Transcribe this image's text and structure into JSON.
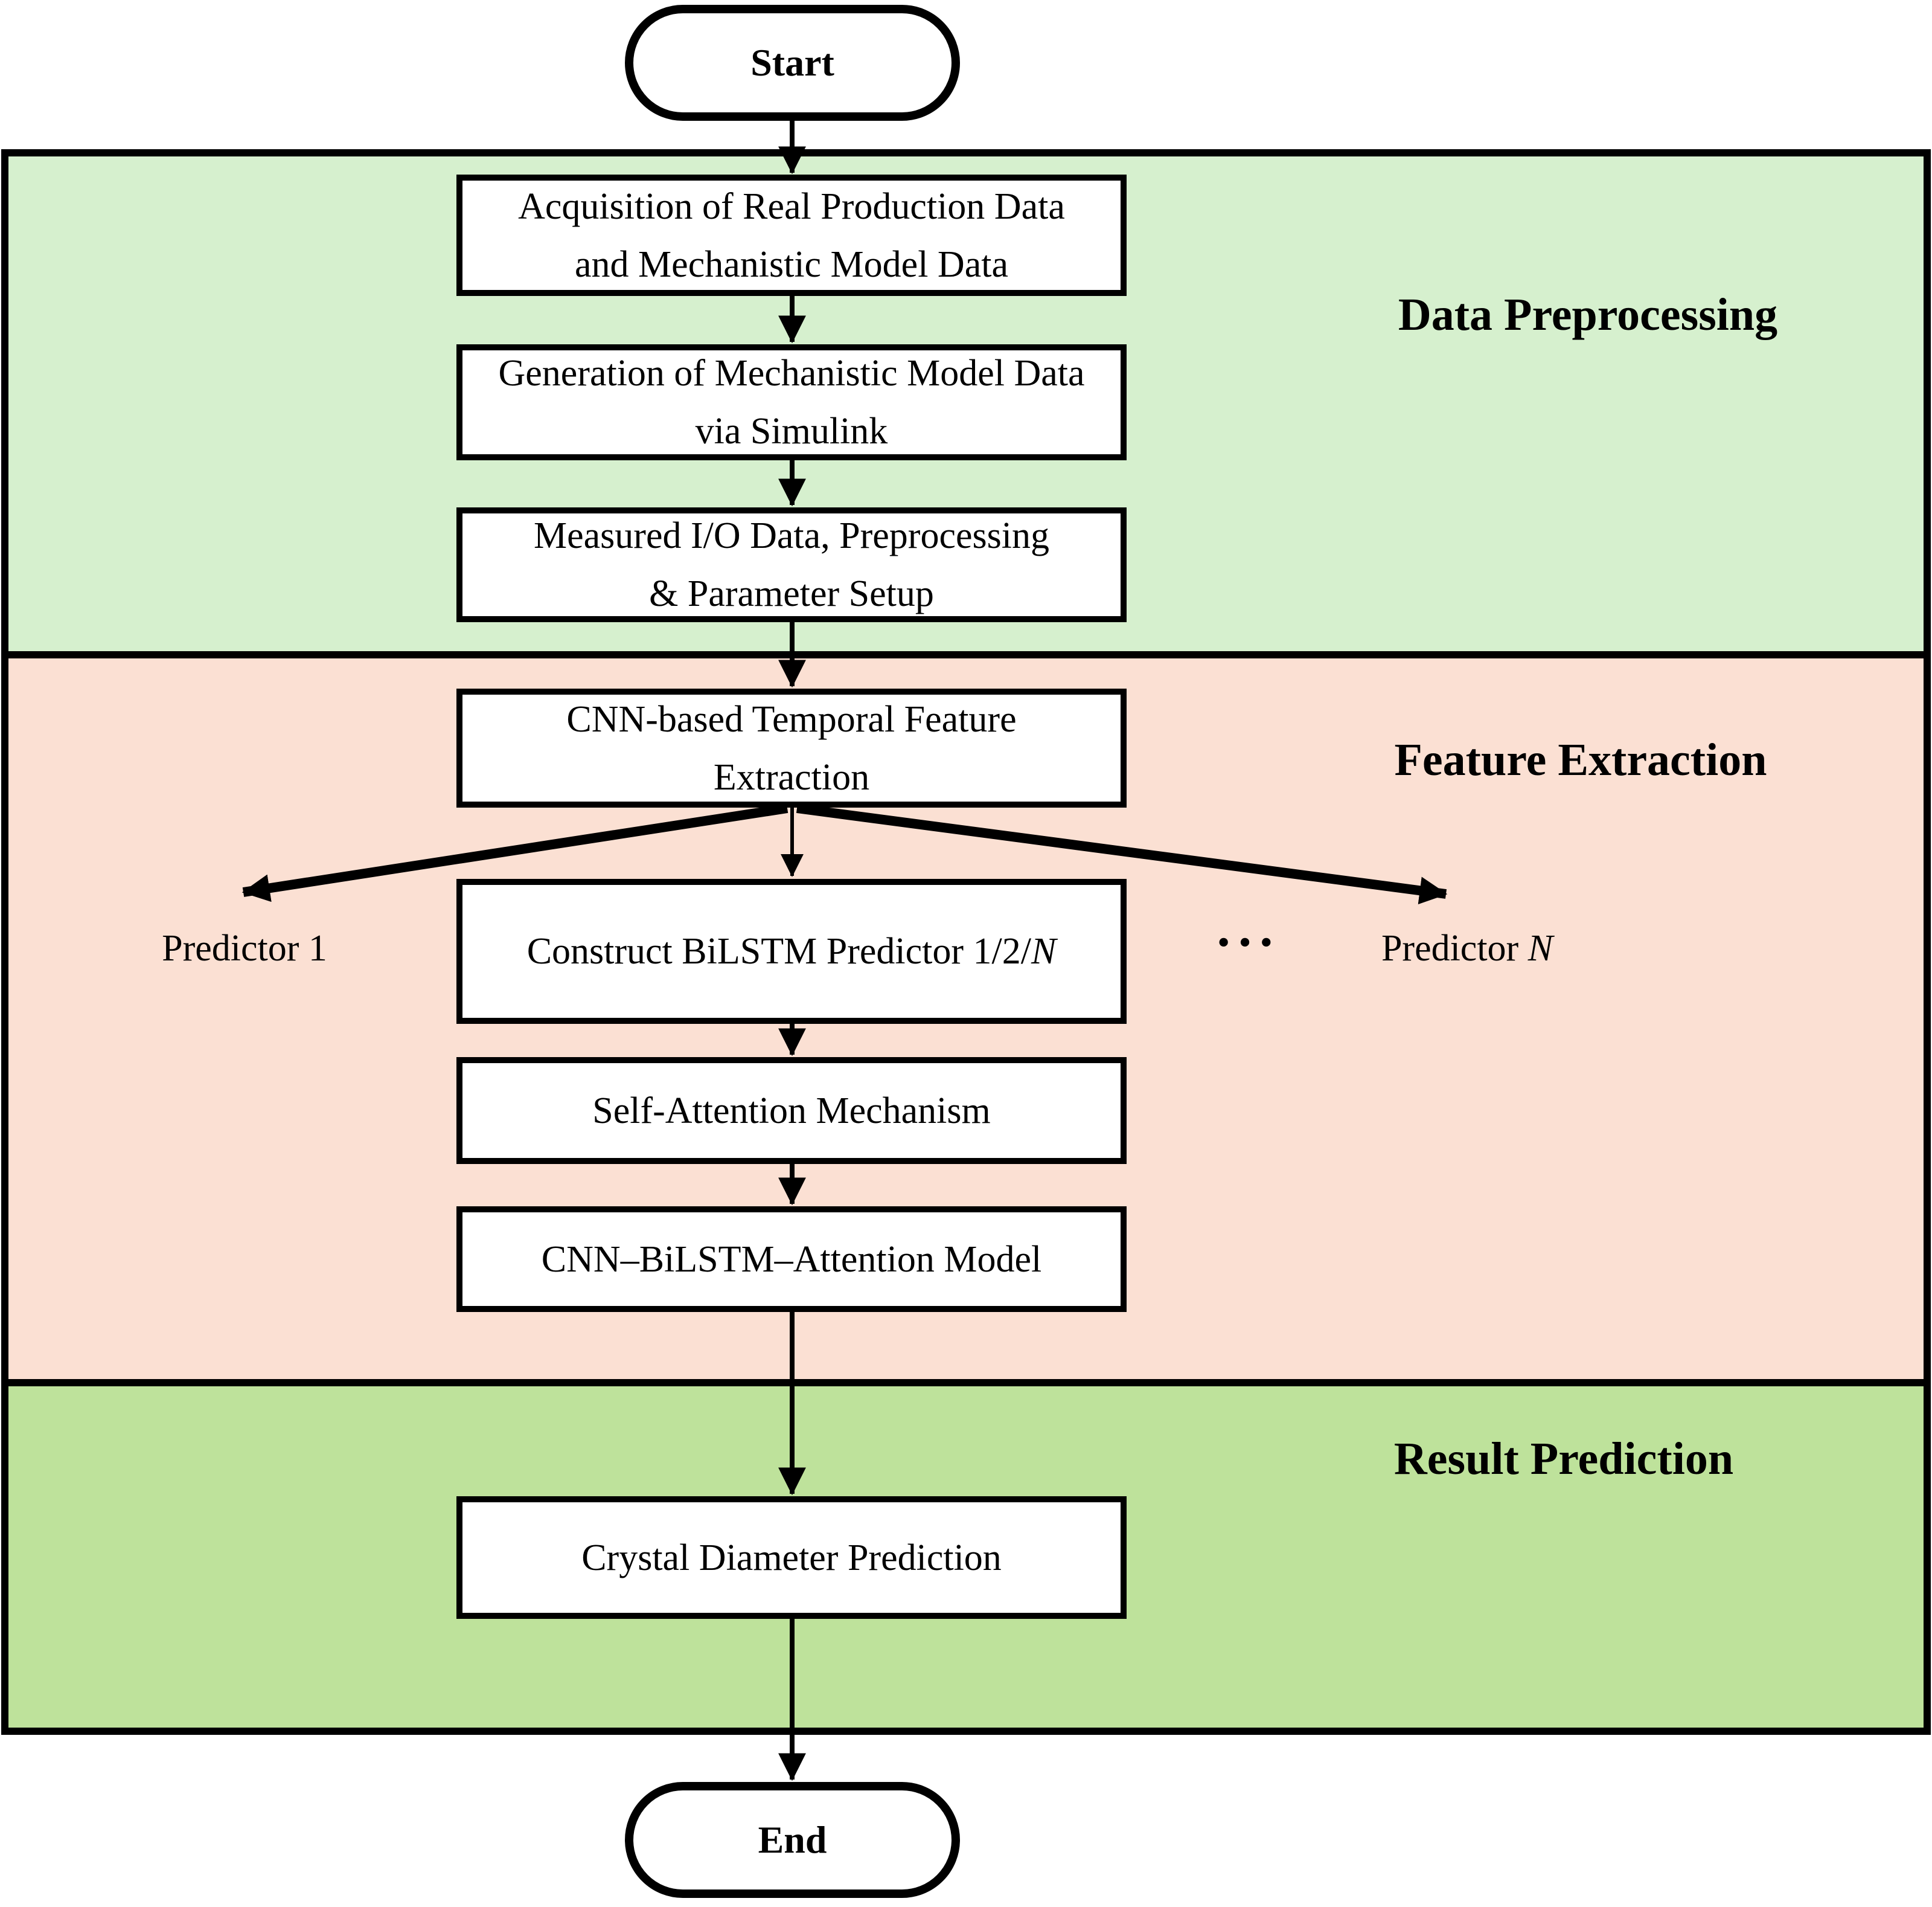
{
  "nodes": {
    "start": "Start",
    "end": "End",
    "acquisition": {
      "lines": [
        "Acquisition of Real Production Data",
        "and Mechanistic Model Data"
      ]
    },
    "generation": {
      "lines": [
        "Generation of Mechanistic Model Data",
        "via Simulink"
      ]
    },
    "measured": {
      "lines": [
        "Measured I/O Data, Preprocessing",
        "& Parameter Setup"
      ]
    },
    "cnn_feature": {
      "lines": [
        "CNN-based Temporal Feature",
        "Extraction"
      ]
    },
    "bilstm": {
      "prefix": "Construct BiLSTM Predictor 1/2/",
      "n": "N"
    },
    "attention": {
      "label": "Self-Attention Mechanism"
    },
    "model": {
      "label": "CNN–BiLSTM–Attention Model"
    },
    "crystal": {
      "label": "Crystal Diameter Prediction"
    }
  },
  "sections": [
    {
      "label": "Data Preprocessing",
      "color": "#d6f0ce"
    },
    {
      "label": "Feature Extraction",
      "color": "#fbe0d3"
    },
    {
      "label": "Result Prediction",
      "color": "#bee29b"
    }
  ],
  "branch_labels": {
    "left": "Predictor 1",
    "dots": "···",
    "right_prefix": "Predictor ",
    "right_n": "N"
  },
  "colors": {
    "line": "#000000",
    "box_fill": "#ffffff"
  }
}
